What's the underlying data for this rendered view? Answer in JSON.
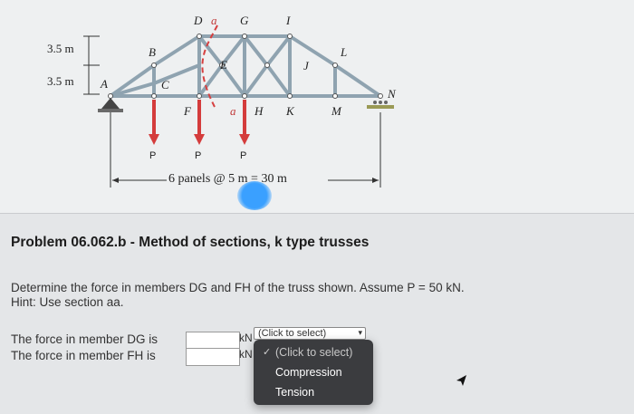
{
  "figure": {
    "height_labels": [
      "3.5 m",
      "3.5 m"
    ],
    "joint_labels": [
      "A",
      "B",
      "C",
      "D",
      "E",
      "F",
      "G",
      "H",
      "I",
      "J",
      "K",
      "L",
      "M",
      "N"
    ],
    "section_marks": [
      "a",
      "a"
    ],
    "load_labels": [
      "P",
      "P",
      "P"
    ],
    "dimension_text": "6 panels @ 5 m = 30 m"
  },
  "problem": {
    "title": "Problem 06.062.b - Method of sections, k type trusses",
    "statement": "Determine the force in members DG and FH of the truss shown. Assume P = 50 kN.",
    "hint": "Hint: Use section aa."
  },
  "questions": [
    {
      "label": "The force in member DG is",
      "value": "",
      "unit": "kN"
    },
    {
      "label": "The force in member FH is",
      "value": "",
      "unit": "kN"
    }
  ],
  "select": {
    "current": "(Click to select)",
    "options": [
      "(Click to select)",
      "Compression",
      "Tension"
    ]
  },
  "icons": {
    "check": "check-icon",
    "chevron": "chevron-down-icon",
    "cursor": "mouse-pointer-icon"
  }
}
